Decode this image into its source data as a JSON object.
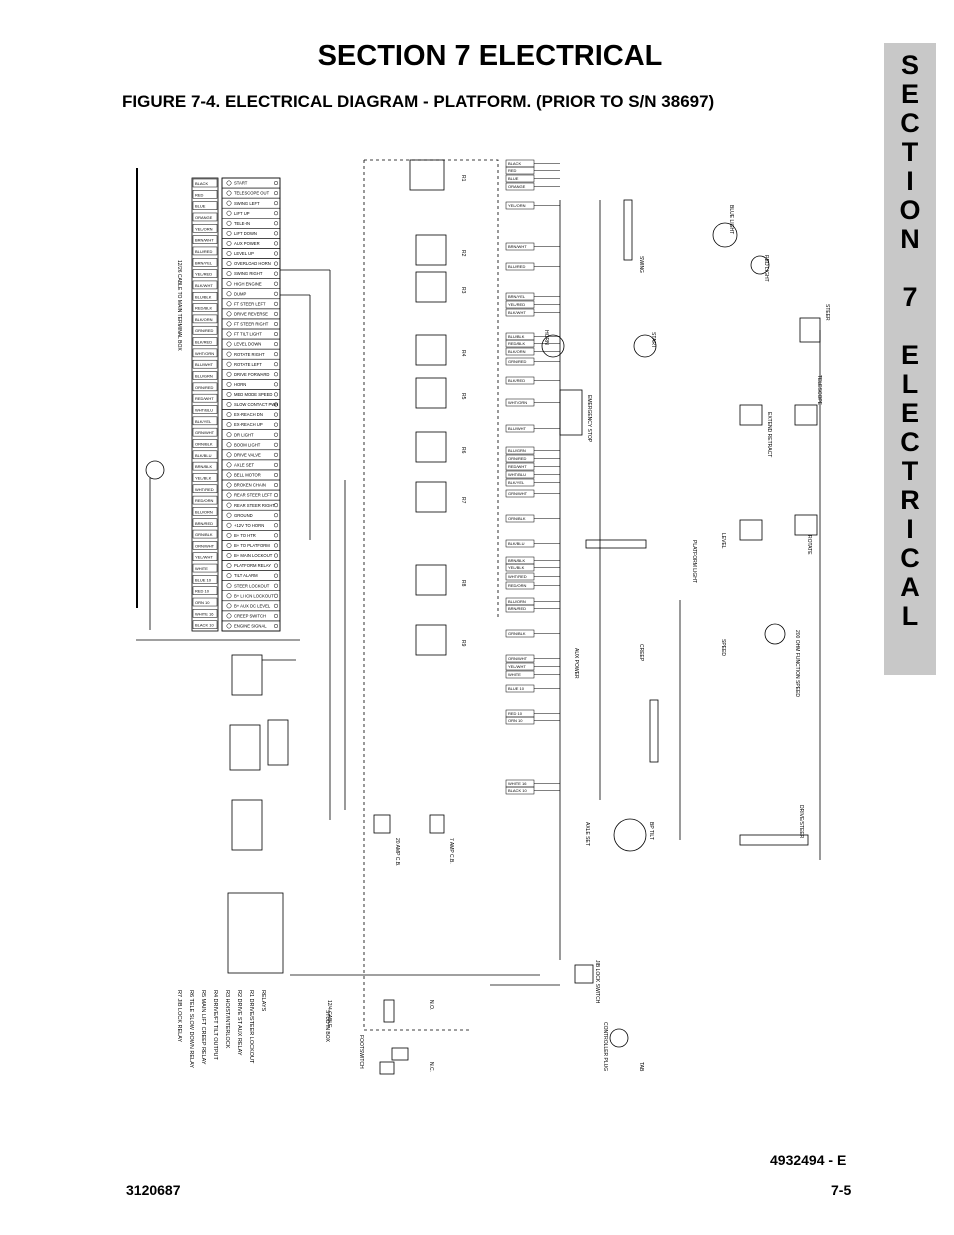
{
  "header": {
    "section_title": "SECTION 7  ELECTRICAL",
    "figure_title": "FIGURE 7-4.    ELECTRICAL DIAGRAM - PLATFORM. (PRIOR TO S/N 38697)"
  },
  "side_tab": {
    "letters": [
      "S",
      "E",
      "C",
      "T",
      "I",
      "O",
      "N",
      "",
      "7",
      "",
      "E",
      "L",
      "E",
      "C",
      "T",
      "R",
      "I",
      "C",
      "A",
      "L"
    ]
  },
  "diagram": {
    "terminal_labels": [
      "START",
      "TELESCOPE OUT",
      "SWING LEFT",
      "LIFT UP",
      "TELE-IN",
      "LIFT DOWN",
      "AUX POWER",
      "LEVEL UP",
      "OVERLOAD HORN",
      "SWING RIGHT",
      "HIGH ENGINE",
      "DUMP",
      "FT STEER LEFT",
      "DRIVE REVERSE",
      "FT STEER RIGHT",
      "FT TILT LIGHT",
      "LEVEL DOWN",
      "ROTATE RIGHT",
      "ROTATE LEFT",
      "DRIVE FORWARD",
      "HORN",
      "MED MODE SPEED",
      "SLOW CONTACT PWR",
      "EX-REACH DN",
      "EX-REACH UP",
      "DR LIGHT",
      "BOOM LIGHT",
      "DRIVE VALVE",
      "AXLE SET",
      "BELL MOTOR",
      "BROKEN CHAIN",
      "REAR STEER LEFT",
      "REAR STEER RIGHT",
      "GROUND",
      "+12V TO HORN",
      "B+ TO HTR",
      "B+ TO PLATFORM",
      "B+ MAIN LOCKOUT",
      "PLATFORM RELAY",
      "TILT ALARM",
      "STEER LOCKOUT",
      "B+ LI ICN LOCKOUT",
      "B+ AUX DC LEVEL",
      "CREEP SWITCH",
      "ENGINE SIGNAL"
    ],
    "wire_colors": [
      "BLACK",
      "RED",
      "BLUE",
      "ORANGE",
      "YEL/ORN",
      "BRN/WHT",
      "BLU/RED",
      "BRN/YEL",
      "YEL/RED",
      "BLK/WHT",
      "BLU/BLK",
      "RED/BLK",
      "BLK/ORN",
      "GRN/RED",
      "BLK/RED",
      "WHT/ORN",
      "BLU/WHT",
      "BLU/GRN",
      "ORN/RED",
      "RED/WHT",
      "WHT/BLU",
      "BLK/YEL",
      "GRN/WHT",
      "ORN/BLK",
      "BLK/BLU",
      "BRN/BLK",
      "YEL/BLK",
      "WHT/RED",
      "RED/ORN",
      "BLU/ORN",
      "BRN/RED",
      "GRN/BLK",
      "ORN/WHT",
      "YEL/WHT",
      "WHITE",
      "BLUE 10",
      "RED 10",
      "ORN 10",
      "WHITE 16",
      "BLACK 10"
    ],
    "relay_labels": [
      "R1",
      "R2",
      "R3",
      "R4",
      "R5",
      "R6",
      "R7",
      "R8",
      "R9"
    ],
    "component_labels": [
      "BLUE LIGHT",
      "RED LIGHT",
      "SWING",
      "STEER",
      "HORN",
      "START",
      "EMERGENCY STOP",
      "TELESCOPE",
      "EXTEND RETRACT",
      "LEVEL",
      "ROTATE",
      "PLATFORM LIGHT",
      "AUX POWER",
      "SPEED",
      "CREEP",
      "200 OHM FUNCTION SPEED",
      "DRIVE/STEER",
      "AXLE SET",
      "BP TILT",
      "20 AMP C.B.",
      "7 AMP C.B.",
      "JIB LOCK SWITCH",
      "CONTROLLER PLUG",
      "FOOTSWITCH",
      "12/4 CABLE",
      "STUD IN BOX",
      "N.O.",
      "N.C.",
      "TAB",
      "12/26 CABLE TO MAIN TERMINAL BOX"
    ],
    "relay_legend": [
      "RELAYS",
      "R1   DRIVE/STEER LOCKOUT",
      "R2   DRIVE ST AUX RELAY",
      "R3   HOIST/INTERLOCK",
      "R4   DRIVE/FT TILT OUTPUT",
      "R5   MAIN LIFT CREEP RELAY",
      "R6   TELE SLOW DOWN RELAY",
      "R7   JIB LOCK RELAY"
    ]
  },
  "footer": {
    "doc_number": "4932494 - E",
    "manual_number": "3120687",
    "page_number": "7-5"
  }
}
